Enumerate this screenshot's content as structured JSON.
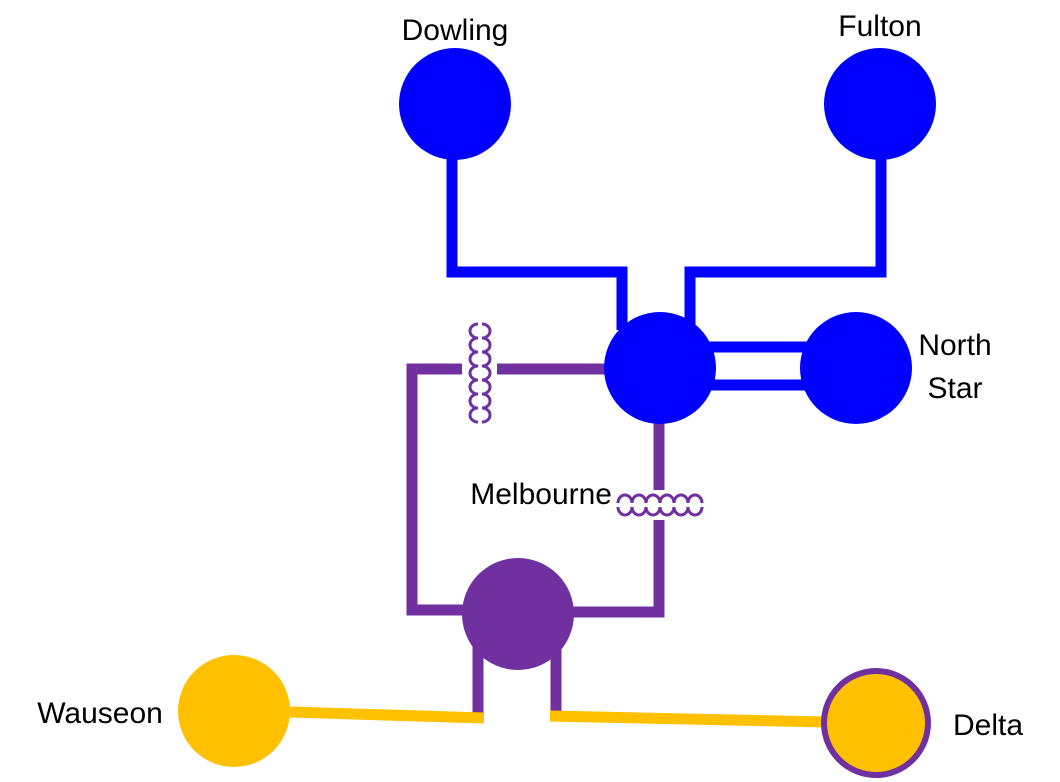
{
  "colors": {
    "high_voltage": "#0000FF",
    "mid_voltage": "#7030A0",
    "low_voltage": "#FFC000",
    "text": "#000000"
  },
  "nodes": {
    "dowling": {
      "label": "Dowling"
    },
    "fulton": {
      "label": "Fulton"
    },
    "north_star": {
      "label_line1": "North",
      "label_line2": "Star"
    },
    "melbourne": {
      "label": "Melbourne"
    },
    "wauseon": {
      "label": "Wauseon"
    },
    "delta": {
      "label": "Delta"
    }
  },
  "transformers": [
    {
      "name": "transformer-west",
      "icon": "transformer-coil-icon"
    },
    {
      "name": "transformer-south",
      "icon": "transformer-coil-icon"
    }
  ]
}
